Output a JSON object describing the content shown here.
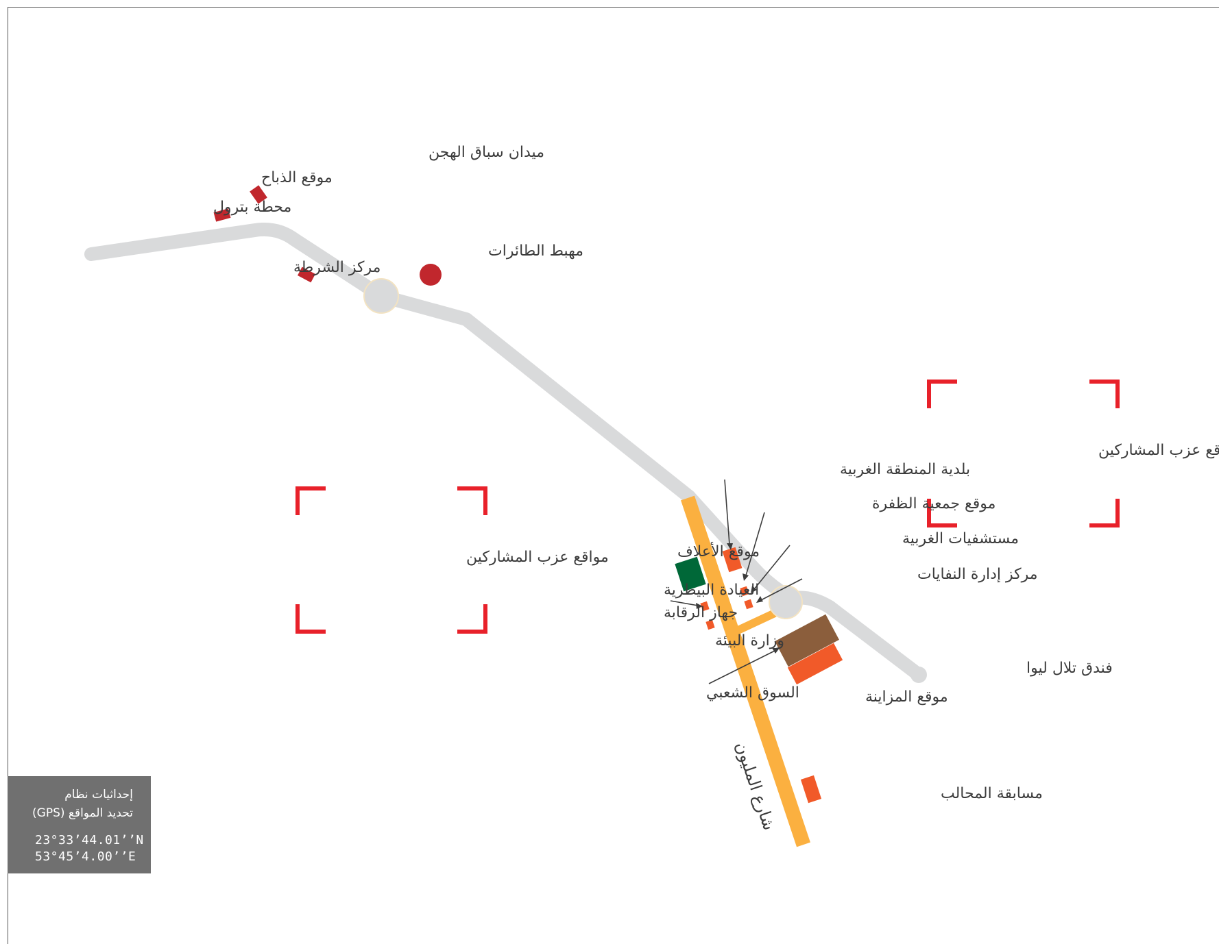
{
  "colors": {
    "road": "#d9dadb",
    "million_street": "#fbb040",
    "red_marker": "#c1272d",
    "orange_marker": "#f15a29",
    "green_marker": "#006838",
    "brown_marker": "#8b5e3c",
    "camp_bracket": "#e8212a",
    "gps_box": "#707070"
  },
  "labels": {
    "camel_race_track": "ميدان سباق الهجن",
    "slaughterhouse": "موقع الذباح",
    "petrol_station": "محطة بترول",
    "helipad": "مهبط الطائرات",
    "police_station": "مركز الشرطة",
    "western_municipality": "بلدية المنطقة الغربية",
    "dhafra_association": "موقع جمعية الظفرة",
    "western_hospitals": "مستشفيات الغربية",
    "waste_management": "مركز إدارة النفايات",
    "fodder_site": "موقع الأعلاف",
    "vet_clinic": "العيادة البيطرية",
    "control_authority": "جهاز الرقابة",
    "environment_ministry": "وزارة البيئة",
    "popular_souq": "السوق الشعبي",
    "mazayna_site": "موقع المزاينة",
    "liwa_hotel": "فندق تلال ليوا",
    "mahaleb_contest": "مسابقة المحالب",
    "million_street": "شارع المليون",
    "participants_camps_left": "مواقع عزب المشاركين",
    "participants_camps_right": "مواقع عزب المشاركين"
  },
  "gps": {
    "title_line1": "إحداثيات نظام",
    "title_line2": "تحديد المواقع (GPS)",
    "lat": "23°33’44.01’’N",
    "lon": "53°45’4.00’’E"
  }
}
